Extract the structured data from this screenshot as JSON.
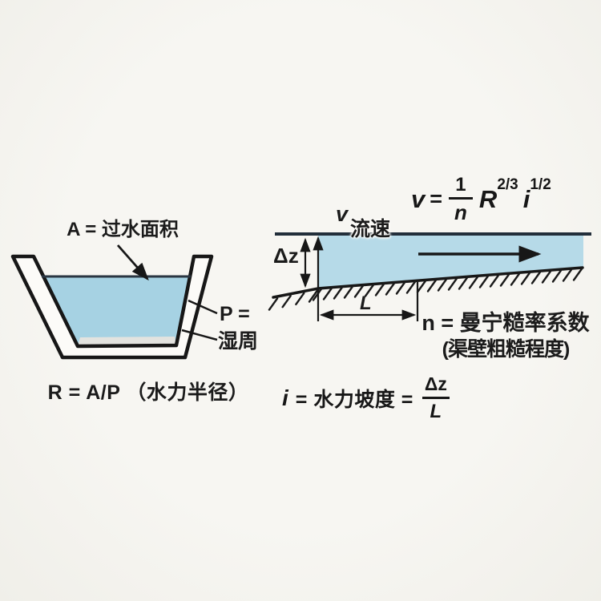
{
  "colors": {
    "background": "#f6f5f1",
    "ink": "#1b1b1b",
    "water_left": "#a6d2e3",
    "water_right": "#b6dae8",
    "surface_line": "#222e3a",
    "wall_fill": "#fcfbf8",
    "bottom_strip": "#e3e3df"
  },
  "left": {
    "area_label": "A = 过水面积",
    "p_line1": "P =",
    "p_line2": "湿周",
    "radius_formula": "R = A/P （水力半径）"
  },
  "right": {
    "v_symbol": "v",
    "flow_label": "流速",
    "formula": {
      "v": "v",
      "eq": "=",
      "num": "1",
      "den": "n",
      "base1": "R",
      "exp1": "2/3",
      "base2": "i",
      "exp2": "1/2"
    },
    "dz": "Δz",
    "L": "L",
    "manning_line1": "n = 曼宁糙率系数",
    "manning_line2": "(渠壁粗糙程度)",
    "slope": {
      "i": "i",
      "mid": "= 水力坡度 =",
      "num": "Δz",
      "den": "L"
    }
  }
}
